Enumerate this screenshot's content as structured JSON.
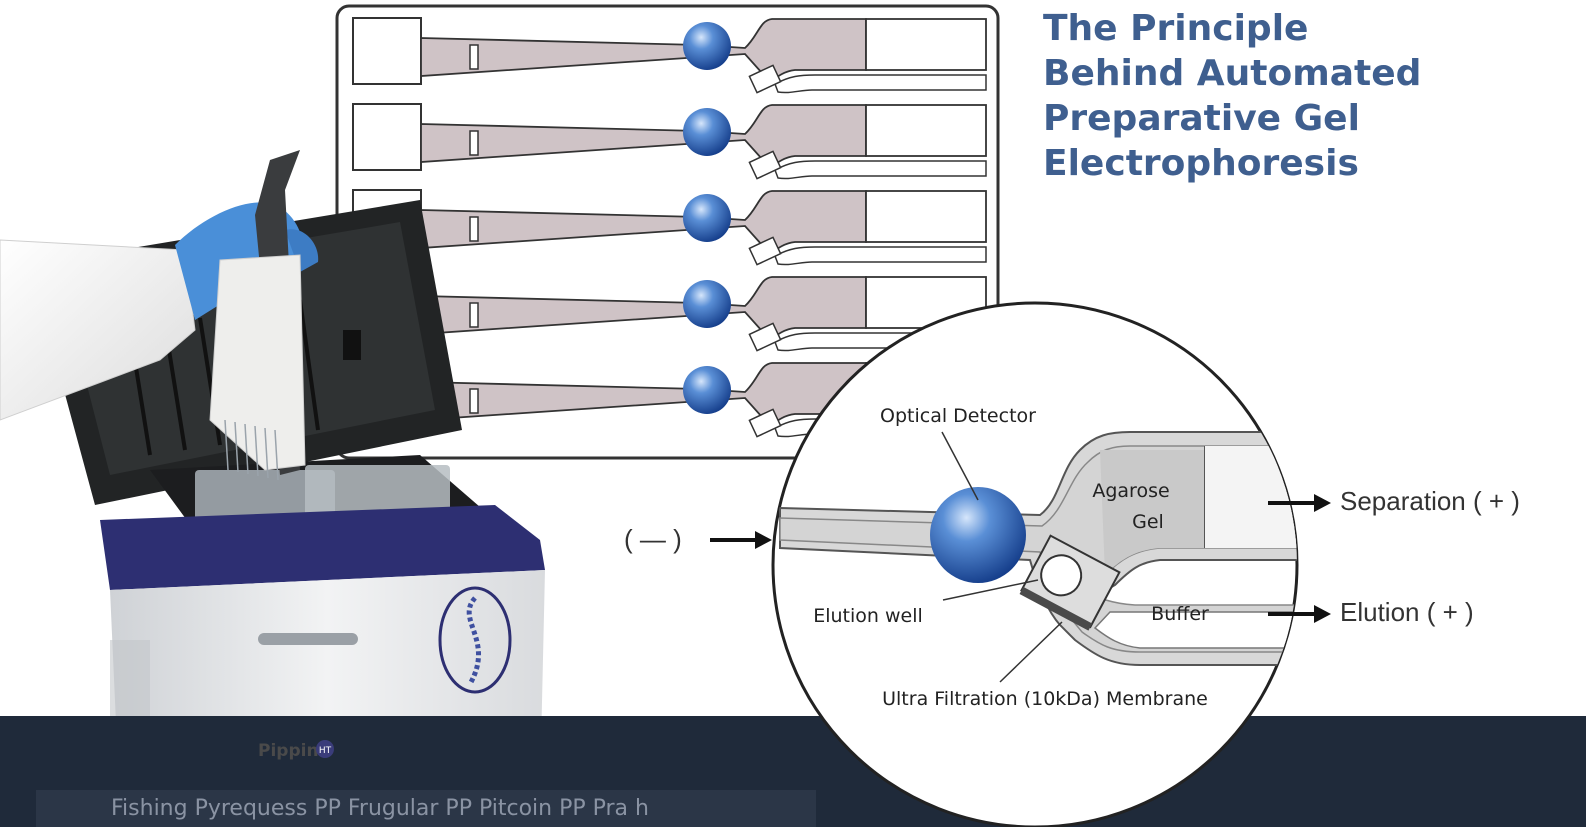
{
  "title_lines": [
    "The Principle",
    "Behind Automated",
    "Preparative Gel",
    "Electrophoresis"
  ],
  "labels": {
    "optical_detector": "Optical Detector",
    "agarose": "Agarose",
    "gel": "Gel",
    "elution_well": "Elution well",
    "buffer": "Buffer",
    "membrane": "Ultra Filtration (10kDa) Membrane",
    "negative": "( — )",
    "separation": "Separation ( + )",
    "elution": "Elution ( + )",
    "instrument_brand": "Pippin",
    "instrument_badge": "HT"
  },
  "caption": "Fishing Pyrequess PP Frugular PP Pitcoin PP Pra h",
  "colors": {
    "channel_fill": "#cfc3c6",
    "detector_blue": "#2f63b8",
    "title_blue": "#3f5f8f",
    "dark_band": "#1f2a3a",
    "instrument_purple": "#2d2f72",
    "glove_blue": "#4a8fd8"
  },
  "lanes": 5
}
